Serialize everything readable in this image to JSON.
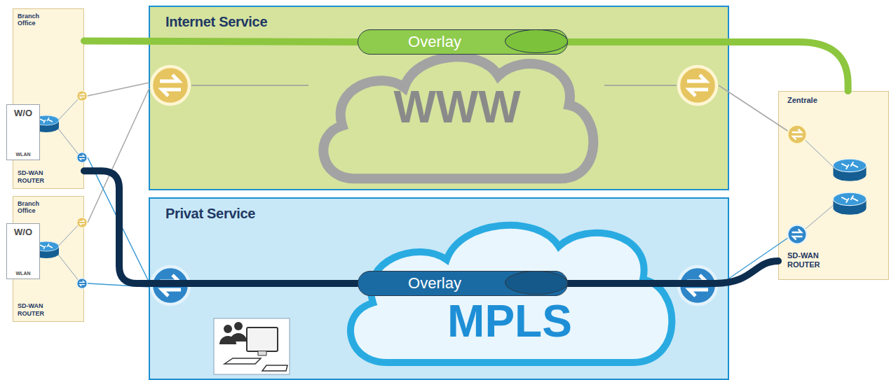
{
  "diagram": {
    "nodes": [
      {
        "text": [
          "Internet Service"
        ]
      },
      {
        "text": [
          "WWW"
        ],
        "in": 0
      },
      {
        "text": [
          "Overlay"
        ],
        "in": 0
      },
      {
        "text": [
          "Privat Service"
        ]
      },
      {
        "text": [
          "MPLS"
        ],
        "in": 3
      },
      {
        "text": [
          "Overlay"
        ],
        "in": 3
      },
      {
        "text": [
          "Branch Office",
          "SD-WAN ROUTER"
        ]
      },
      {
        "text": [
          "W/O",
          "WLAN"
        ],
        "in": 6
      },
      {
        "text": [
          "Branch Office",
          "SD-WAN ROUTER"
        ]
      },
      {
        "text": [
          "W/O",
          "WLAN"
        ],
        "in": 8
      },
      {
        "text": [
          "Zentrale",
          "SD-WAN ROUTER"
        ]
      }
    ],
    "edges": [
      {
        "from": 6,
        "to": 2,
        "arrow": "none"
      },
      {
        "from": 2,
        "to": 10,
        "arrow": "none"
      },
      {
        "from": 6,
        "to": 5,
        "arrow": "none"
      },
      {
        "from": 5,
        "to": 10,
        "arrow": "none"
      }
    ]
  }
}
